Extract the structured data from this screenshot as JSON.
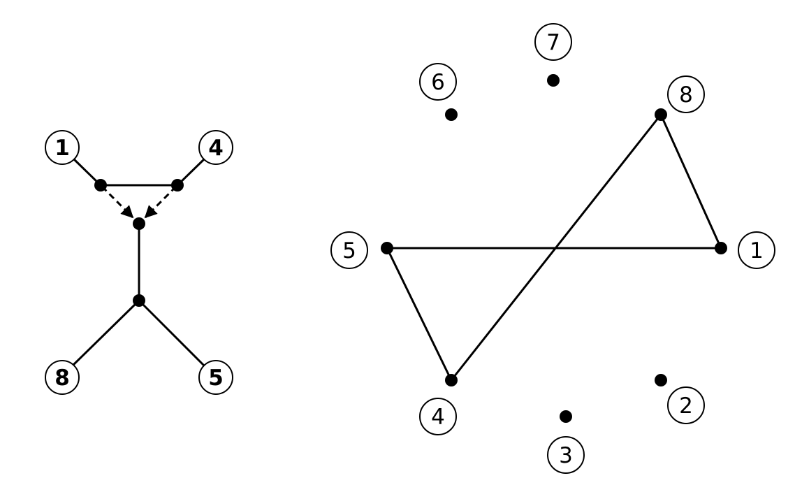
{
  "left_graph": {
    "labels": [
      "1",
      "4",
      "8",
      "5"
    ],
    "edges": [
      {
        "from": "n1",
        "to": "a",
        "style": "solid"
      },
      {
        "from": "n4",
        "to": "b",
        "style": "solid"
      },
      {
        "from": "a",
        "to": "b",
        "style": "solid"
      },
      {
        "from": "a",
        "to": "c",
        "style": "dashed-arrow"
      },
      {
        "from": "b",
        "to": "c",
        "style": "dashed-arrow"
      },
      {
        "from": "c",
        "to": "d",
        "style": "solid"
      },
      {
        "from": "d",
        "to": "n8",
        "style": "solid"
      },
      {
        "from": "d",
        "to": "n5",
        "style": "solid"
      }
    ]
  },
  "right_graph": {
    "labels": [
      "1",
      "2",
      "3",
      "4",
      "5",
      "6",
      "7",
      "8"
    ],
    "edges": [
      {
        "from": "5",
        "to": "1"
      },
      {
        "from": "1",
        "to": "8"
      },
      {
        "from": "8",
        "to": "4"
      },
      {
        "from": "4",
        "to": "5"
      }
    ]
  }
}
